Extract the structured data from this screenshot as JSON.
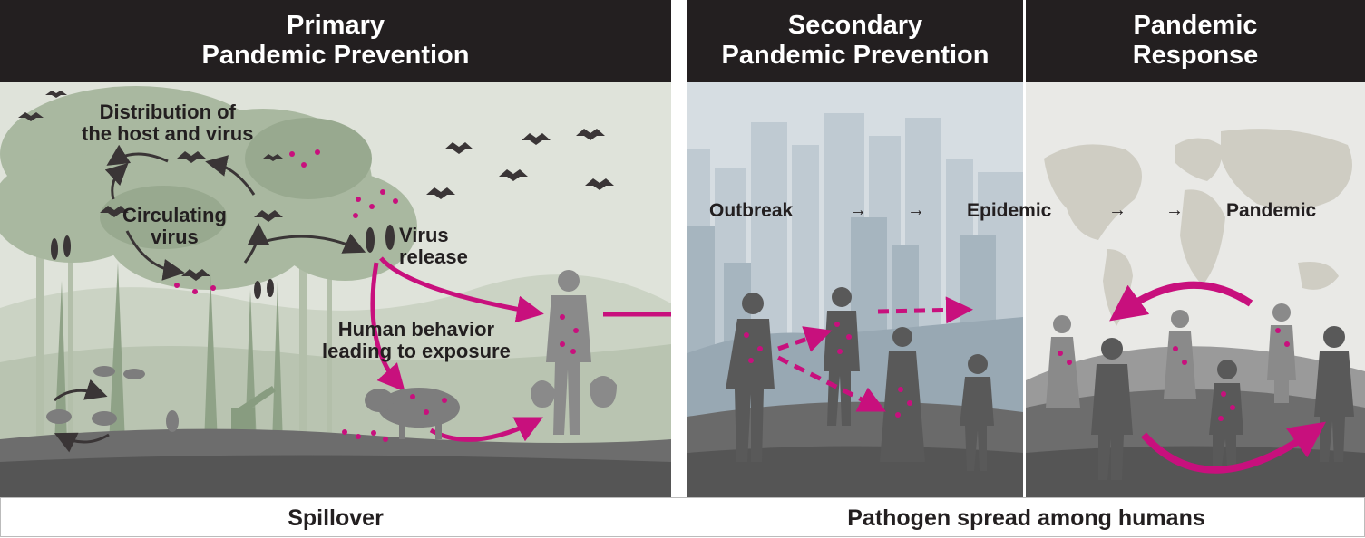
{
  "headers": {
    "primary": [
      "Primary",
      "Pandemic Prevention"
    ],
    "secondary": [
      "Secondary",
      "Pandemic Prevention"
    ],
    "response": [
      "Pandemic",
      "Response"
    ]
  },
  "labels": {
    "distribution": [
      "Distribution of",
      "the host and virus"
    ],
    "circulating": [
      "Circulating",
      "virus"
    ],
    "virus_release": [
      "Virus",
      "release"
    ],
    "human_behavior": [
      "Human behavior",
      "leading to exposure"
    ]
  },
  "stages": {
    "outbreak": "Outbreak",
    "epidemic": "Epidemic",
    "pandemic": "Pandemic"
  },
  "footer": {
    "left": "Spillover",
    "right": "Pathogen spread among humans"
  },
  "colors": {
    "header_bg": "#231f20",
    "magenta": "#c8107d",
    "forest_bg": "#d9ded4",
    "city_bg": "#c9d4db",
    "world_bg": "#e6e6e3",
    "ground": "#5d5d5d"
  }
}
